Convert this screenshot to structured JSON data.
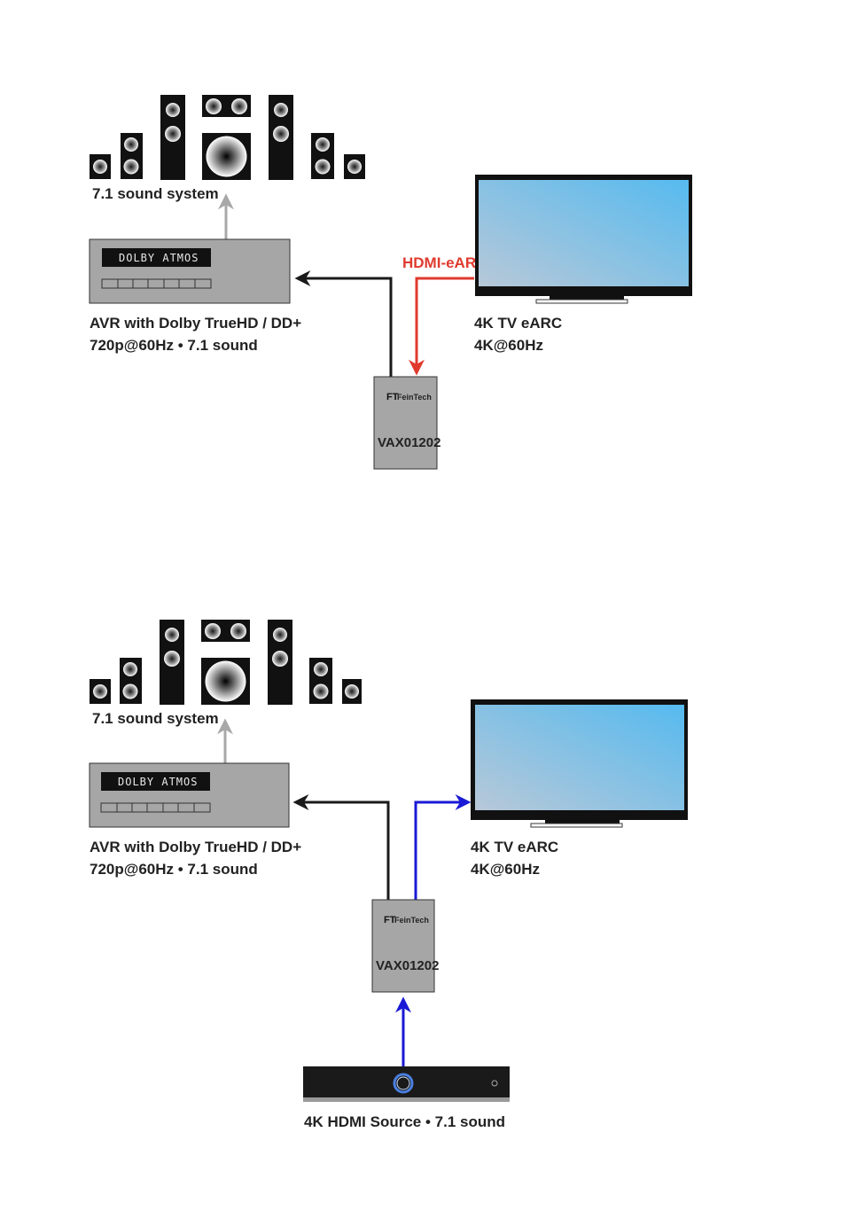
{
  "diagram_top": {
    "speakers_label": "7.1 sound system",
    "avr_display": "DOLBY ATMOS",
    "avr_label_line1": "AVR with Dolby TrueHD / DD+",
    "avr_label_line2": "720p@60Hz • 7.1 sound",
    "tv_label_line1": "4K TV eARC",
    "tv_label_line2": "4K@60Hz",
    "device_brand": "FeinTech",
    "device_model": "VAX01202",
    "link_label": "HDMI-eARC"
  },
  "diagram_bottom": {
    "speakers_label": "7.1 sound system",
    "avr_display": "DOLBY ATMOS",
    "avr_label_line1": "AVR with Dolby TrueHD / DD+",
    "avr_label_line2": "720p@60Hz • 7.1 sound",
    "tv_label_line1": "4K TV eARC",
    "tv_label_line2": "4K@60Hz",
    "device_brand": "FeinTech",
    "device_model": "VAX01202",
    "source_label": "4K HDMI Source •  7.1 sound"
  },
  "colors": {
    "earc_red": "#e03a2e",
    "hdmi_blue": "#1a1ad6",
    "audio_black": "#1a1a1a",
    "speaker_arrow_gray": "#a8a8a8",
    "device_gray": "#a6a6a6",
    "tv_screen_blue": "#5bbcee"
  }
}
